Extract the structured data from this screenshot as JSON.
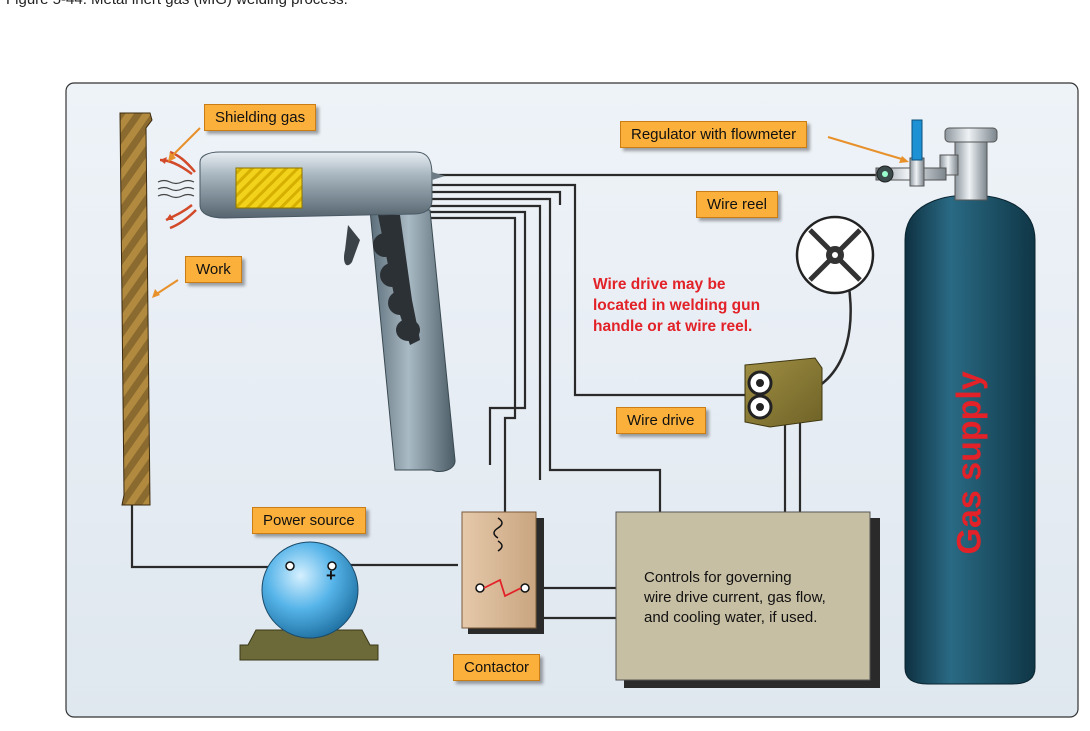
{
  "caption": "Figure 5-44. Metal inert gas (MIG) welding process.",
  "labels": {
    "shielding_gas": "Shielding gas",
    "work": "Work",
    "regulator": "Regulator with flowmeter",
    "wire_reel": "Wire reel",
    "wire_drive": "Wire drive",
    "power_source": "Power source",
    "contactor": "Contactor"
  },
  "note": {
    "line1": "Wire drive may be",
    "line2": "located in welding gun",
    "line3": "handle or at wire reel."
  },
  "controls": {
    "line1": "Controls for governing",
    "line2": "wire drive current, gas flow,",
    "line3": "and cooling water, if used."
  },
  "gas_supply": "Gas supply",
  "polarity": "+",
  "colors": {
    "label_fill": "#fbb03b",
    "note_red": "#e22228",
    "panel_bg": "#e6eef6",
    "cylinder": "#1f5a72",
    "control_box": "#c7bfa3"
  }
}
